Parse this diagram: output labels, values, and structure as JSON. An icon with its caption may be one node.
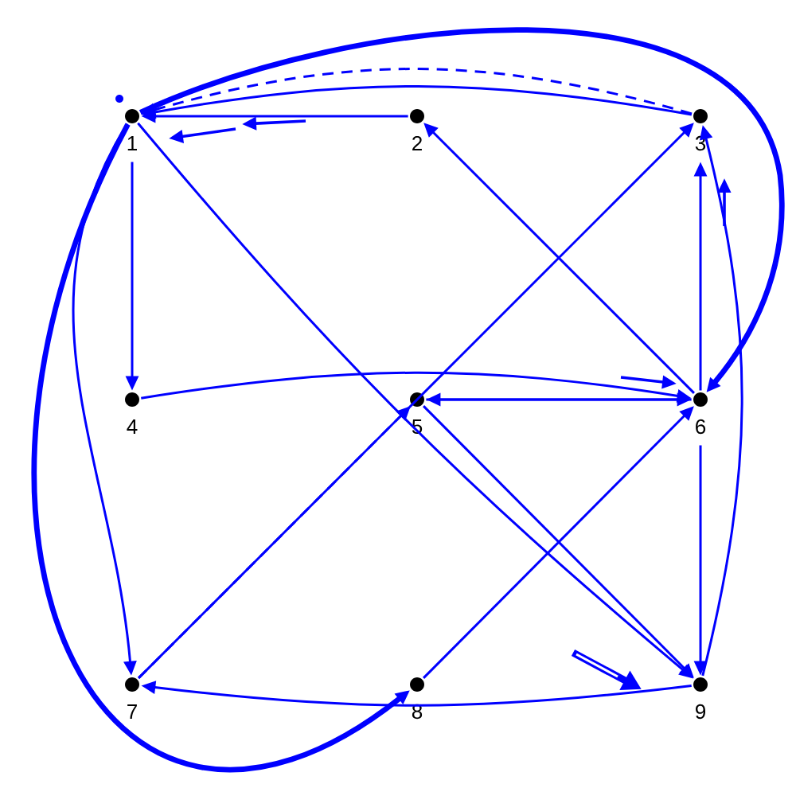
{
  "diagram": {
    "nodes": [
      {
        "text": [
          "1"
        ]
      },
      {
        "text": [
          "2"
        ]
      },
      {
        "text": [
          "3"
        ]
      },
      {
        "text": [
          "4"
        ]
      },
      {
        "text": [
          "5"
        ]
      },
      {
        "text": [
          "6"
        ]
      },
      {
        "text": [
          "7"
        ]
      },
      {
        "text": [
          "8"
        ]
      },
      {
        "text": [
          "9"
        ]
      }
    ],
    "edges": [
      {
        "from": 1,
        "to": 0,
        "arrow": "to"
      },
      {
        "from": 2,
        "to": 0,
        "arrow": "to"
      },
      {
        "from": 2,
        "to": 0,
        "arrow": "to",
        "style": "dashed"
      },
      {
        "from": 0,
        "to": 5,
        "arrow": "to",
        "style": "thick"
      },
      {
        "from": 8,
        "to": 2,
        "arrow": "to"
      },
      {
        "from": 5,
        "to": 2,
        "arrow": "to"
      },
      {
        "from": 5,
        "to": 1,
        "arrow": "to"
      },
      {
        "from": 6,
        "to": 2,
        "arrow": "to"
      },
      {
        "from": 0,
        "to": 3,
        "arrow": "to"
      },
      {
        "from": 0,
        "to": 6,
        "arrow": "to"
      },
      {
        "from": 0,
        "to": 7,
        "arrow": "to",
        "style": "thick"
      },
      {
        "from": 0,
        "to": 8,
        "arrow": "to"
      },
      {
        "from": 3,
        "to": 5,
        "arrow": "to"
      },
      {
        "from": 4,
        "to": 5,
        "arrow": "to"
      },
      {
        "from": 5,
        "to": 4,
        "arrow": "to"
      },
      {
        "from": 4,
        "to": 8,
        "arrow": "to"
      },
      {
        "from": 5,
        "to": 8,
        "arrow": "to"
      },
      {
        "from": 7,
        "to": 5,
        "arrow": "to"
      },
      {
        "from": 8,
        "to": 6,
        "arrow": "to"
      },
      {
        "from": 6,
        "to": 4,
        "arrow": "to",
        "style": "dashed"
      }
    ]
  }
}
